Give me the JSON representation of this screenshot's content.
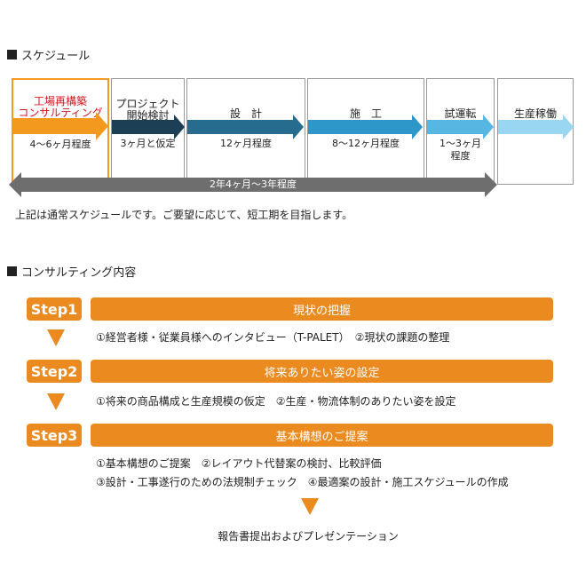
{
  "schedule": {
    "heading": "スケジュール",
    "phases": [
      {
        "title": "工場再構築\nコンサルティング",
        "duration": "4～6ヶ月程度"
      },
      {
        "title": "プロジェクト\n開始検討",
        "duration": "3ヶ月と仮定"
      },
      {
        "title": "設　計",
        "duration": "12ヶ月程度"
      },
      {
        "title": "施　工",
        "duration": "8～12ヶ月程度"
      },
      {
        "title": "試運転",
        "duration": "1～3ヶ月\n程度"
      },
      {
        "title": "生産稼働",
        "duration": ""
      }
    ],
    "total_span": "2年4ヶ月～3年程度",
    "note": "上記は通常スケジュールです。ご要望に応じて、短工期を目指します。",
    "colors": {
      "arrow1": "#f39a1e",
      "arrow2": "#1d3f56",
      "arrow3": "#266c8f",
      "arrow4": "#2d97c9",
      "arrow5": "#58b7e2",
      "arrow6": "#99d6f1",
      "span": "#6e6e6e",
      "highlight": "#d6141c"
    }
  },
  "consulting": {
    "heading": "コンサルティング内容",
    "accent_color": "#ea8a1f",
    "steps": [
      {
        "badge": "Step1",
        "title": "現状の把握",
        "details": [
          "①経営者様・従業員様へのインタビュー（T-PALET）　②現状の課題の整理"
        ]
      },
      {
        "badge": "Step2",
        "title": "将来ありたい姿の設定",
        "details": [
          "①将来の商品構成と生産規模の仮定　②生産・物流体制のありたい姿を設定"
        ]
      },
      {
        "badge": "Step3",
        "title": "基本構想のご提案",
        "details": [
          "①基本構想のご提案　②レイアウト代替案の検討、比較評価",
          "③設計・工事遂行のための法規制チェック　④最適案の設計・施工スケジュールの作成"
        ]
      }
    ],
    "final_output": "報告書提出およびプレゼンテーション"
  }
}
